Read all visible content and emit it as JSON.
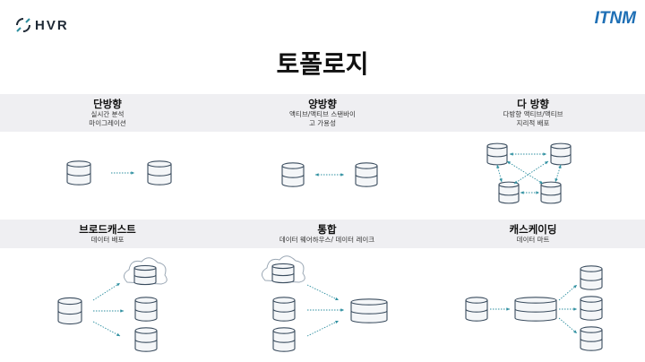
{
  "brand": {
    "left_logo": "HVR",
    "right_logo": "ITNM"
  },
  "title": "토폴로지",
  "cells": [
    {
      "title": "단방향",
      "lines": [
        "실시간 분석",
        "마이그레이션"
      ]
    },
    {
      "title": "양방향",
      "lines": [
        "액티브/액티브 스탠바이",
        "고 가용성"
      ]
    },
    {
      "title": "다 방향",
      "lines": [
        "다방향 액티브/액티브",
        "지리적 배포"
      ]
    },
    {
      "title": "브로드캐스트",
      "lines": [
        "데이터 배포"
      ]
    },
    {
      "title": "통합",
      "lines": [
        "데이터 웨어하우스/ 데이터 레이크"
      ]
    },
    {
      "title": "캐스케이딩",
      "lines": [
        "데이터 마트"
      ]
    }
  ],
  "icons": {
    "database": "database-icon",
    "cloud": "cloud-database-icon",
    "arrow": "dotted-arrow-icon"
  },
  "colors": {
    "accent": "#2e8fa0",
    "band": "#efeff2",
    "itnm": "#1e6fb5"
  }
}
